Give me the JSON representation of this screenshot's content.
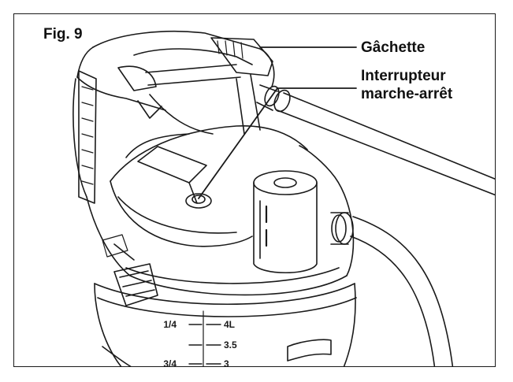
{
  "figure": {
    "label": "Fig. 9",
    "callouts": {
      "trigger": "Gâchette",
      "switch_line1": "Interrupteur",
      "switch_line2": "marche-arrêt"
    },
    "container_markings": [
      "1/4",
      "4L",
      "3.5",
      "3/4",
      "3"
    ]
  }
}
